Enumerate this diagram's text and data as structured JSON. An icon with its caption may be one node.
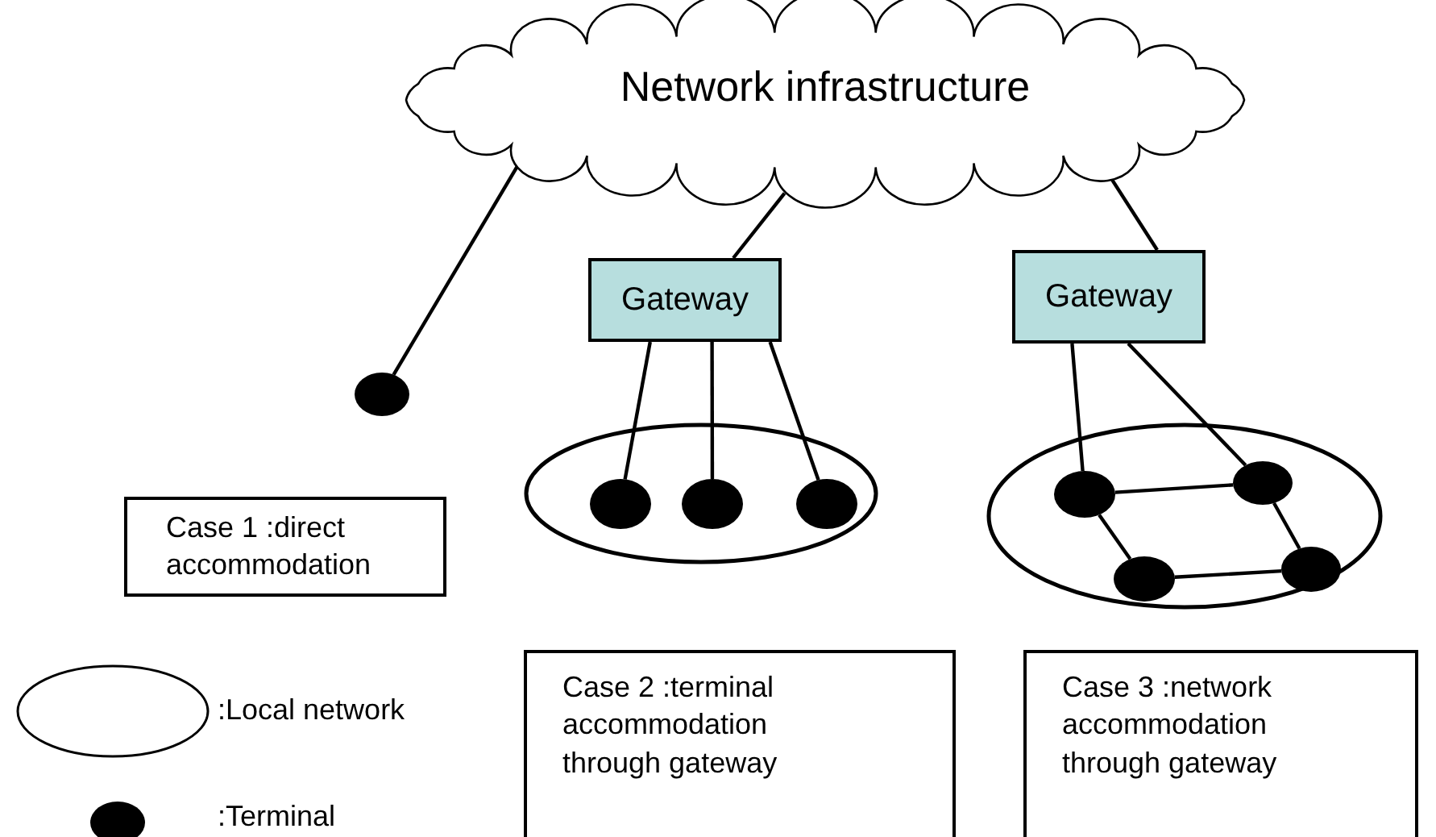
{
  "diagram": {
    "nodes": [
      {
        "text": [
          "Network infrastructure"
        ]
      },
      {
        "text": [
          "Gateway"
        ]
      },
      {
        "text": [
          "Gateway"
        ]
      },
      {
        "text": [],
        "shape": "circle"
      },
      {
        "text": [
          "Case 1 :direct accommodation"
        ]
      },
      {
        "text": [],
        "shape": "ellipse"
      },
      {
        "text": [],
        "shape": "circle",
        "in": 5
      },
      {
        "text": [],
        "shape": "circle",
        "in": 5
      },
      {
        "text": [],
        "shape": "circle",
        "in": 5
      },
      {
        "text": [],
        "shape": "ellipse"
      },
      {
        "text": [],
        "shape": "circle",
        "in": 9
      },
      {
        "text": [],
        "shape": "circle",
        "in": 9
      },
      {
        "text": [],
        "shape": "circle",
        "in": 9
      },
      {
        "text": [],
        "shape": "circle",
        "in": 9
      },
      {
        "text": [
          "Case 2 :terminal accommodation through gateway"
        ]
      },
      {
        "text": [
          "Case 3 :network accommodation through gateway"
        ]
      }
    ],
    "edges": [
      {
        "from": 0,
        "to": 3,
        "arrow": "none"
      },
      {
        "from": 0,
        "to": 1,
        "arrow": "none"
      },
      {
        "from": 0,
        "to": 2,
        "arrow": "none"
      },
      {
        "from": 1,
        "to": 6,
        "arrow": "none"
      },
      {
        "from": 1,
        "to": 7,
        "arrow": "none"
      },
      {
        "from": 1,
        "to": 8,
        "arrow": "none"
      },
      {
        "from": 2,
        "to": 10,
        "arrow": "none"
      },
      {
        "from": 2,
        "to": 11,
        "arrow": "none"
      },
      {
        "from": 10,
        "to": 11,
        "arrow": "none"
      },
      {
        "from": 10,
        "to": 12,
        "arrow": "none"
      },
      {
        "from": 12,
        "to": 13,
        "arrow": "none"
      },
      {
        "from": 11,
        "to": 13,
        "arrow": "none"
      }
    ],
    "legend": [
      {
        "text": ":Local network"
      },
      {
        "text": ":Terminal"
      }
    ]
  }
}
